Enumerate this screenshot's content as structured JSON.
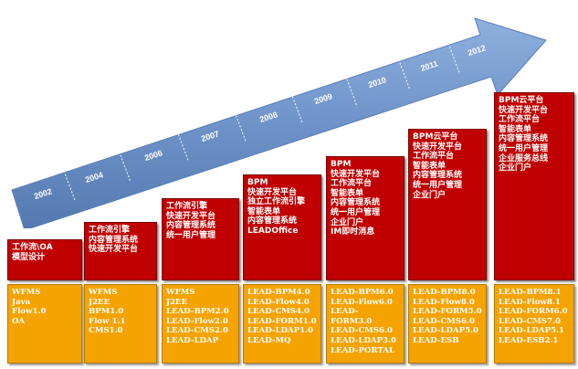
{
  "timeline": {
    "years": [
      "2002",
      "2004",
      "2006",
      "2007",
      "2008",
      "2009",
      "2010",
      "2011",
      "2012"
    ],
    "arrow_color": "#6d93c9"
  },
  "stages": [
    {
      "features": [
        "工作流\\OA",
        "模型设计"
      ],
      "products": [
        "WFMS",
        "Java",
        "Flow1.0",
        "OA"
      ]
    },
    {
      "features": [
        "工作流引擎",
        "内容管理系统",
        "快速开发平台"
      ],
      "products": [
        "WFMS",
        "J2EE",
        "BPM1.0",
        "Flow 1.1",
        "CMS1.0"
      ]
    },
    {
      "features": [
        "工作流引擎",
        "快速开发平台",
        "内容管理系统",
        "统一用户管理"
      ],
      "products": [
        "WFMS",
        "J2EE",
        "LEAD-BPM2.0",
        "LEAD-Flow2.0",
        "LEAD-CMS2.0",
        "LEAD-LDAP"
      ]
    },
    {
      "features": [
        "BPM",
        "快速开发平台",
        "独立工作流引擎",
        "智能表单",
        "内容管理系统",
        "LEADOffice"
      ],
      "products": [
        "LEAD-BPM4.0",
        "LEAD-Flow4.0",
        "LEAD-CMS4.0",
        "LEAD-FORM1.0",
        "LEAD-LDAP1.0",
        "LEAD-MQ"
      ]
    },
    {
      "features": [
        "BPM",
        "快速开发平台",
        "工作流平台",
        "智能表单",
        "内容管理系统",
        "统一用户管理",
        "企业门户",
        "IM即时消息"
      ],
      "products": [
        "LEAD-BPM6.0",
        "LEAD-Flow6.0",
        "LEAD-",
        "FORM3.0",
        "LEAD-CMS6.0",
        "LEAD-LDAP3.0",
        "LEAD-PORTAL"
      ]
    },
    {
      "features": [
        "BPM云平台",
        "快速开发平台",
        "工作流平台",
        "智能表单",
        "内容管理系统",
        "统一用户管理",
        "企业门户"
      ],
      "products": [
        "LEAD-BPM8.0",
        "LEAD-Flow8.0",
        "LEAD-FORM5.0",
        "LEAD-CMS6.0",
        "LEAD-LDAP5.0",
        "LEAD-ESB"
      ]
    },
    {
      "features": [
        "BPM云平台",
        "快速开发平台",
        "工作流平台",
        "智能表单",
        "内容管理系统",
        "统一用户管理",
        "企业服务总线",
        "企业门户"
      ],
      "products": [
        "LEAD-BPM8.1",
        "LEAD-Flow8.1",
        "LEAD-FORM6.0",
        "LEAD-CMS7.0",
        "LEAD-LDAP5.1",
        "LEAD-ESB2.1"
      ]
    }
  ]
}
